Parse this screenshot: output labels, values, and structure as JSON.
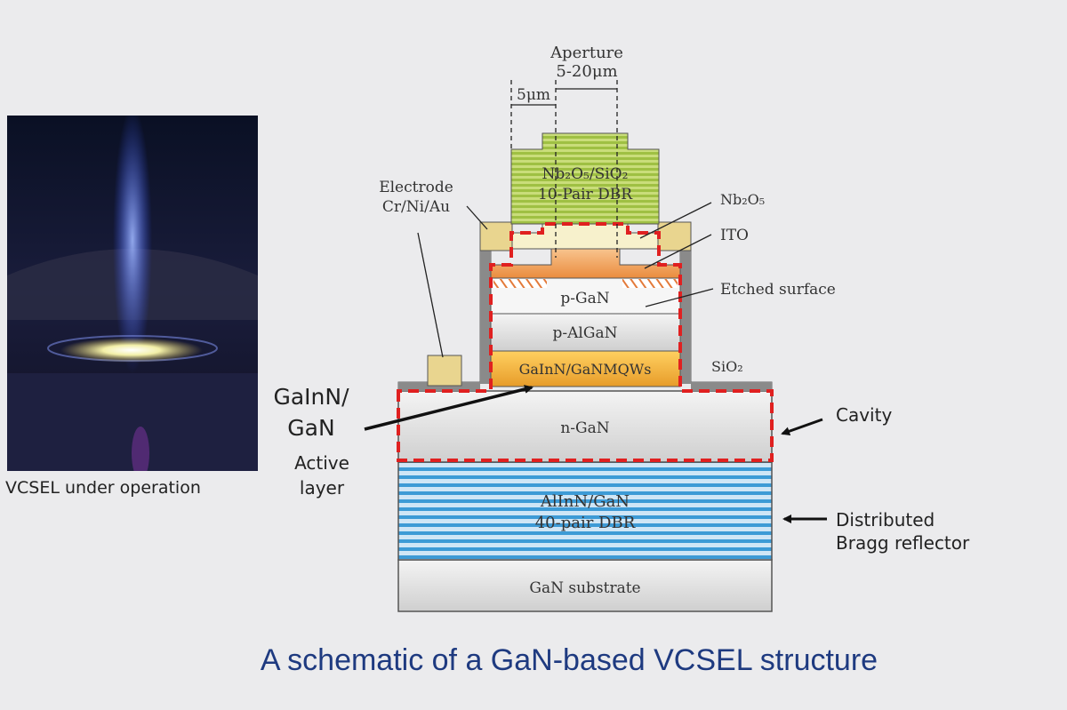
{
  "title": "A schematic of a GaN-based VCSEL structure",
  "photo": {
    "caption": "VCSEL under operation"
  },
  "dimensions": {
    "aperture_title": "Aperture",
    "aperture_value": "5-20μm",
    "offset_value": "5μm"
  },
  "layers": {
    "top_dbr_line1": "Nb₂O₅/SiO₂",
    "top_dbr_line2": "10-Pair DBR",
    "p_gan": "p-GaN",
    "p_algan": "p-AlGaN",
    "mqw": "GaInN/GaNMQWs",
    "n_gan": "n-GaN",
    "bottom_dbr_line1": "AlInN/GaN",
    "bottom_dbr_line2": "40-pair DBR",
    "substrate": "GaN substrate"
  },
  "callouts": {
    "electrode_line1": "Electrode",
    "electrode_line2": "Cr/Ni/Au",
    "nb2o5": "Nb₂O₅",
    "ito": "ITO",
    "etched_surface": "Etched surface",
    "sio2": "SiO₂",
    "cavity": "Cavity",
    "dbr_line1": "Distributed",
    "dbr_line2": "Bragg reflector",
    "active_line1": "GaInN/",
    "active_line2": "GaN",
    "active_line3": "Active",
    "active_line4": "layer"
  },
  "colors": {
    "title": "#1e3a80",
    "cavity_outline": "#e02020",
    "top_dbr": "#a9c94a",
    "ito": "#f2a860",
    "mqw": "#f0b840",
    "electrode": "#e9d58f",
    "bottom_dbr": "#4aa6dc",
    "sio2": "#8a8a8a"
  }
}
